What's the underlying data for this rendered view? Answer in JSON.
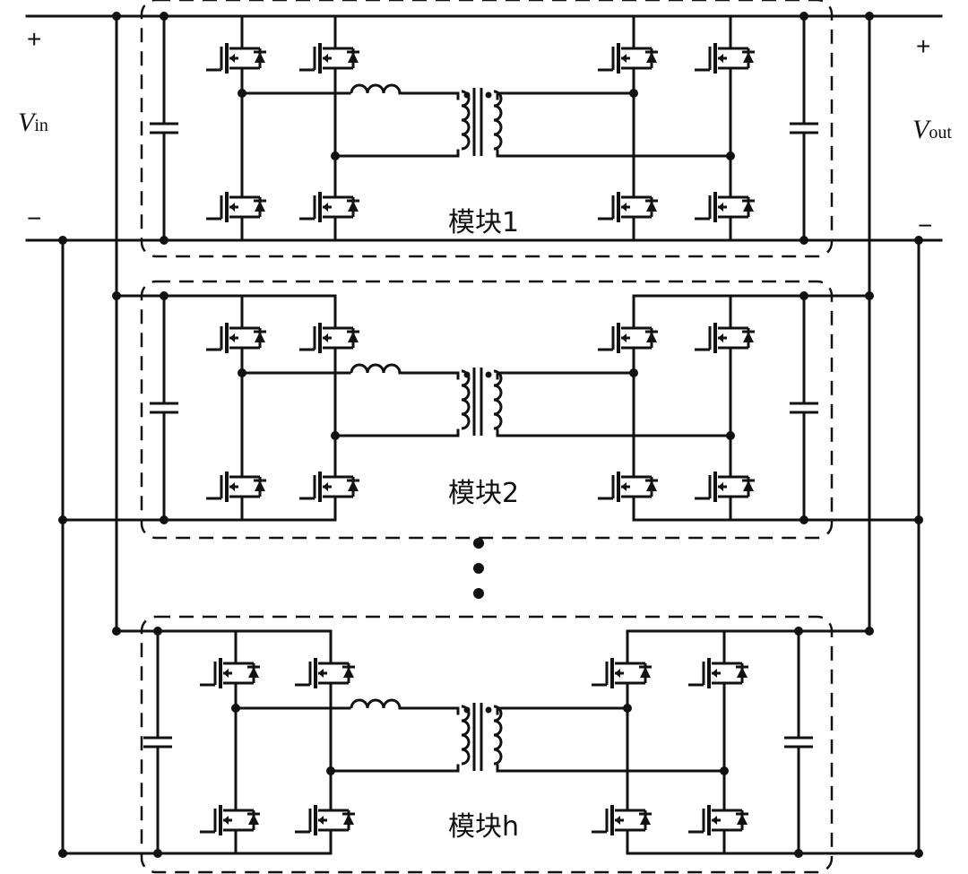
{
  "input": {
    "v": "V",
    "sub": "in",
    "plus": "+",
    "minus": "−"
  },
  "output": {
    "v": "V",
    "sub": "out",
    "plus": "+",
    "minus": "−"
  },
  "modules": [
    {
      "label": "模块1"
    },
    {
      "label": "模块2"
    },
    {
      "label": "模块h"
    }
  ],
  "ellipsis_count": 3,
  "colors": {
    "line": "#111111",
    "background": "#ffffff"
  }
}
